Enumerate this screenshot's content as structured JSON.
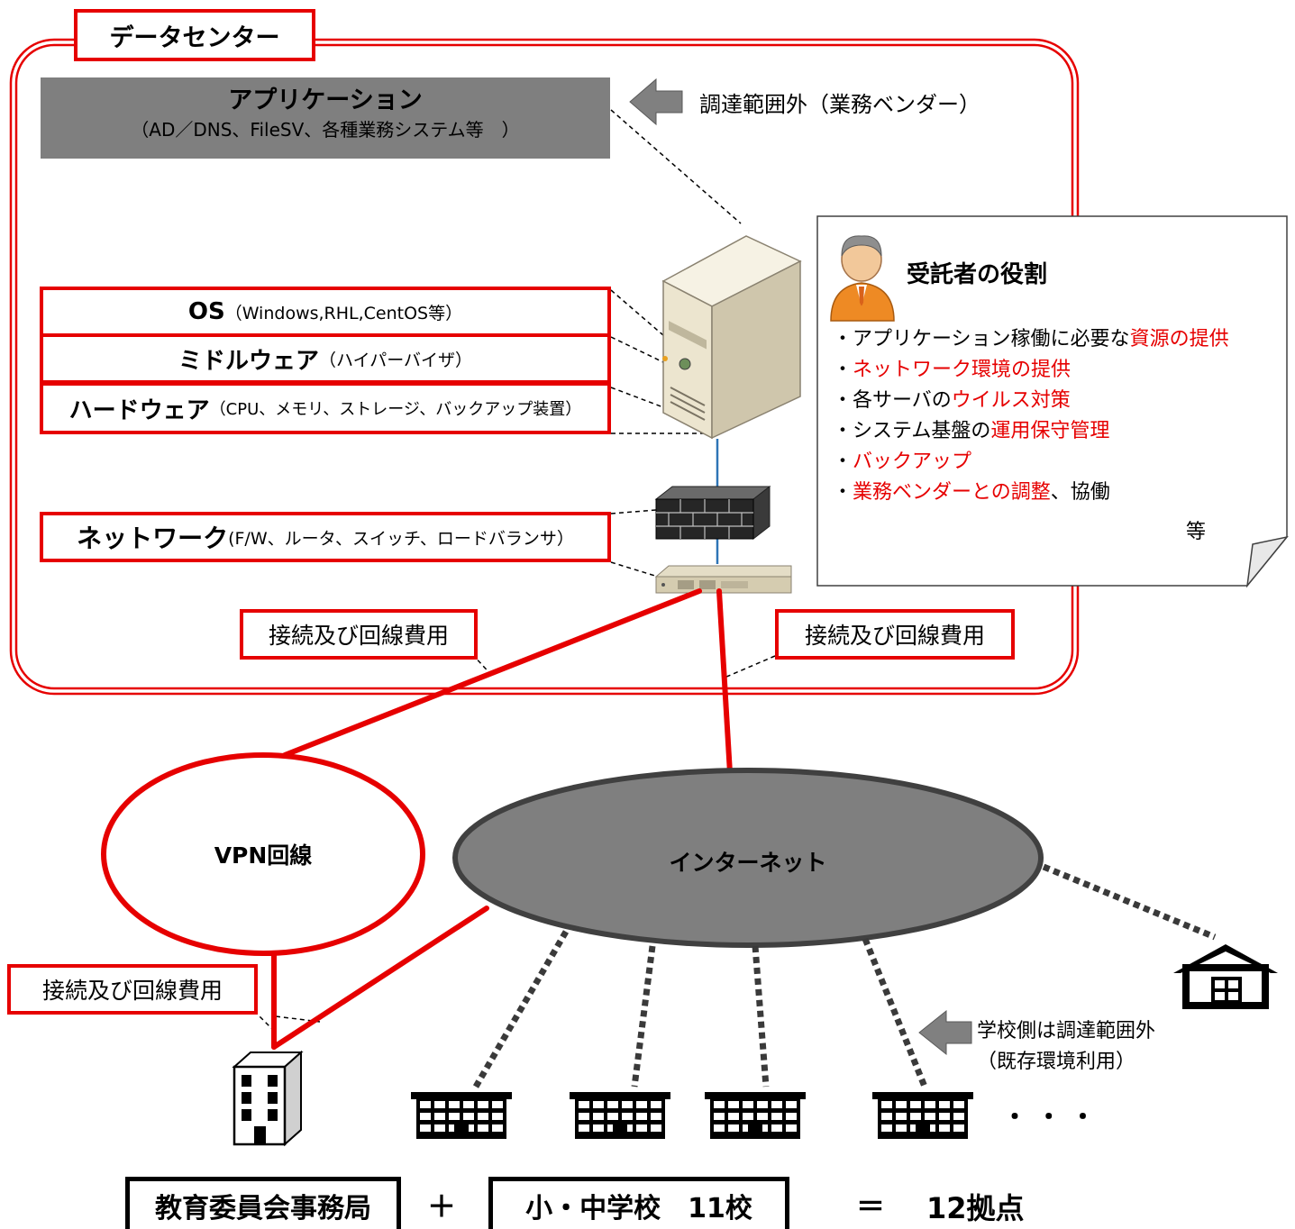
{
  "datacenter": {
    "label": "データセンター"
  },
  "application": {
    "title": "アプリケーション",
    "subtitle": "（AD／DNS、FileSV、各種業務システム等　）"
  },
  "out_of_scope_vendor": "調達範囲外（業務ベンダー）",
  "layers": [
    {
      "title": "OS",
      "subtitle": "（Windows,RHL,CentOS等）"
    },
    {
      "title": "ミドルウェア",
      "subtitle": "（ハイパーバイザ）"
    },
    {
      "title": "ハードウェア",
      "subtitle": "（CPU、メモリ、ストレージ、バックアップ装置）"
    },
    {
      "title": "ネットワーク",
      "subtitle": "(F/W、ルータ、スイッチ、ロードバランサ）"
    }
  ],
  "roles": {
    "title": "受託者の役割",
    "lines": [
      {
        "prefix": "・アプリケーション稼働に必要な",
        "highlight": "資源の提供",
        "suffix": ""
      },
      {
        "prefix": "・",
        "highlight": "ネットワーク環境の提供",
        "suffix": ""
      },
      {
        "prefix": "・各サーバの",
        "highlight": "ウイルス対策",
        "suffix": ""
      },
      {
        "prefix": "・システム基盤の",
        "highlight": "運用保守管理",
        "suffix": ""
      },
      {
        "prefix": "・",
        "highlight": "バックアップ",
        "suffix": ""
      },
      {
        "prefix": "・",
        "highlight": "業務ベンダーとの調整",
        "suffix": "、協働"
      }
    ],
    "etc": "等"
  },
  "connection_cost": "接続及び回線費用",
  "vpn_label": "VPN回線",
  "internet_label": "インターネット",
  "school_note": {
    "line1": "学校側は調達範囲外",
    "line2": "（既存環境利用）"
  },
  "ellipsis": "・ ・ ・",
  "summary": {
    "board": "教育委員会事務局",
    "plus": "＋",
    "schools": "小・中学校　11校",
    "equals": "＝",
    "total": "12拠点"
  },
  "colors": {
    "accent": "#e60000",
    "internet": "#7f7f7f",
    "app_box": "#7f7f7f",
    "link": "#2e75b6"
  }
}
